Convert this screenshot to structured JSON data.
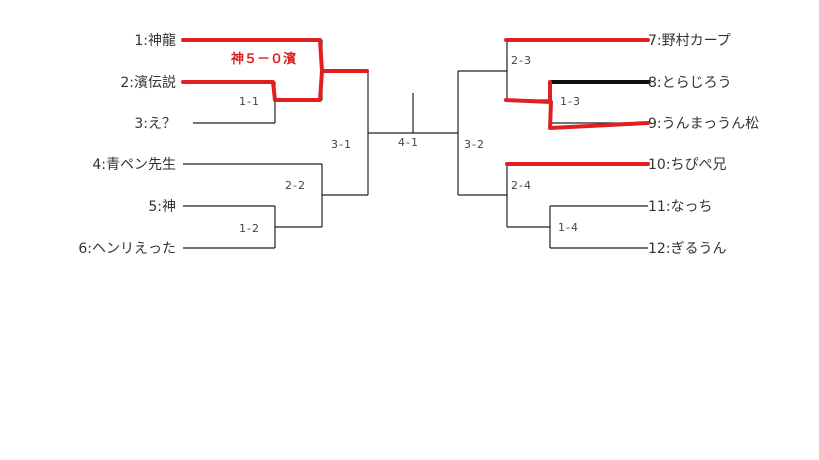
{
  "bracket": {
    "left_players": [
      "1:神龍",
      "2:濱伝説",
      "3:え？",
      "4:青ペン先生",
      "5:神",
      "6:ヘンリえった"
    ],
    "right_players": [
      "7:野村カープ",
      "8:とらじろう",
      "9:うんまっうん松",
      "10:ちぴぺ兄",
      "11:なっち",
      "12:ぎるうん"
    ],
    "matches": {
      "m1_1": "1-1",
      "m1_2": "1-2",
      "m1_3": "1-3",
      "m1_4": "1-4",
      "m2_2": "2-2",
      "m2_3": "2-3",
      "m2_4": "2-4",
      "m3_1": "3-1",
      "m3_2": "3-2",
      "m4_1": "4-1"
    },
    "score_note": "神５－０濱",
    "colors": {
      "winner_line": "#e02020",
      "bracket_line": "#222222"
    }
  }
}
